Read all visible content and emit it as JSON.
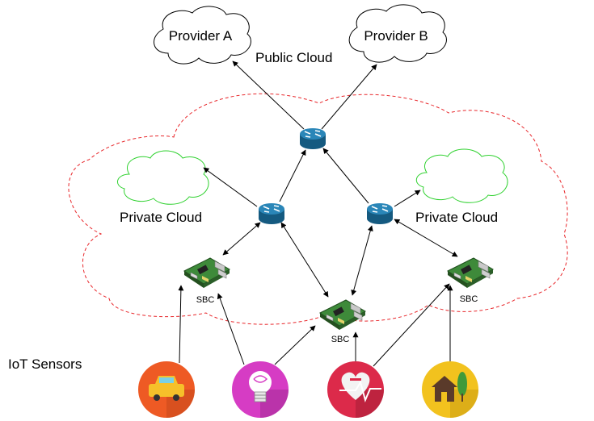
{
  "labels": {
    "provider_a": "Provider A",
    "provider_b": "Provider B",
    "public_cloud": "Public Cloud",
    "private_cloud_left": "Private Cloud",
    "private_cloud_right": "Private Cloud",
    "iot_sensors": "IoT Sensors",
    "sbc_left": "SBC",
    "sbc_center": "SBC",
    "sbc_right": "SBC"
  },
  "icons": {
    "router": "router-icon",
    "sbc_board": "single-board-computer-icon",
    "car": "car-sensor-icon",
    "bulb": "light-bulb-sensor-icon",
    "heart": "heart-rate-sensor-icon",
    "house": "house-sensor-icon"
  },
  "colors": {
    "edge_cloud_border": "#e8262a",
    "private_cloud_border": "#2ed12e",
    "router": "#1f6f9e",
    "car_bg": "#ee5a24",
    "bulb_bg": "#d63cc4",
    "heart_bg": "#dc2a4a",
    "house_bg": "#f2c21e"
  }
}
